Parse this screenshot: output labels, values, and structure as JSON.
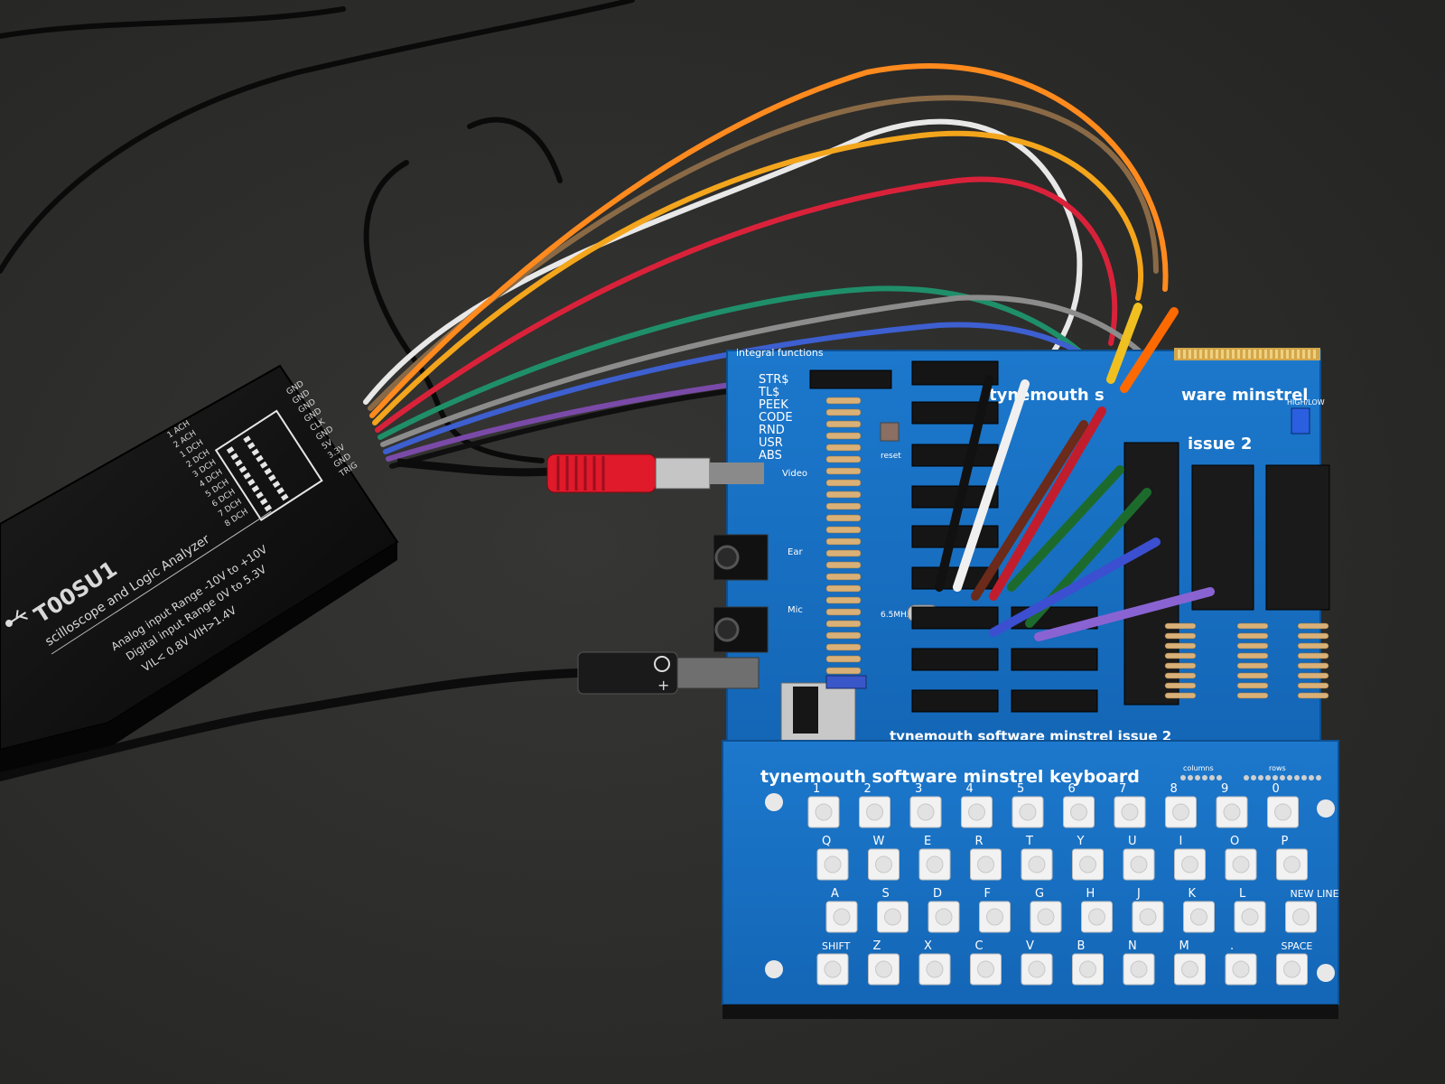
{
  "analyzer": {
    "model": "T00SU1",
    "subtitle": "scilloscope and Logic Analyzer",
    "spec_lines": [
      "Analog input Range -10V to +10V",
      "Digital input Range 0V to 5.3V",
      "VIL< 0.8V  VIH>1.4V"
    ],
    "left_pins": [
      "1 ACH",
      "2 ACH",
      "1 DCH",
      "2 DCH",
      "3 DCH",
      "4 DCH",
      "5 DCH",
      "6 DCH",
      "7 DCH",
      "8 DCH"
    ],
    "right_pins": [
      "GND",
      "GND",
      "GND",
      "GND",
      "CLK",
      "GND",
      "5V",
      "3.3V",
      "GND",
      "TRIG"
    ]
  },
  "board": {
    "corner_label": "integral functions",
    "functions": [
      "STR$",
      "TL$",
      "PEEK",
      "CODE",
      "RND",
      "USR",
      "ABS"
    ],
    "brand_top": "ware minstrel",
    "brand_prefix": "tynemouth s",
    "issue": "issue 2",
    "bottom_label": "tynemouth software minstrel issue 2",
    "jumper_label": "HIGH/LOW",
    "reset_label": "reset",
    "jack_labels": [
      "Video",
      "Ear",
      "Mic"
    ],
    "crystal_label": "6.5MHz"
  },
  "keyboard": {
    "title": "tynemouth software minstrel keyboard",
    "columns_label": "columns",
    "rows_label": "rows",
    "rows": [
      [
        "1",
        "2",
        "3",
        "4",
        "5",
        "6",
        "7",
        "8",
        "9",
        "0"
      ],
      [
        "Q",
        "W",
        "E",
        "R",
        "T",
        "Y",
        "U",
        "I",
        "O",
        "P"
      ],
      [
        "A",
        "S",
        "D",
        "F",
        "G",
        "H",
        "J",
        "K",
        "L",
        "NEW LINE"
      ],
      [
        "SHIFT",
        "Z",
        "X",
        "C",
        "V",
        "B",
        "N",
        "M",
        ".",
        "SPACE"
      ]
    ]
  },
  "colors": {
    "background": "#2b2b29",
    "pcb_blue": "#1a73c7",
    "pcb_dark": "#12579b",
    "analyzer_body": "#111111",
    "wires": [
      "#e8e8e8",
      "#8a6a46",
      "#f3a51c",
      "#ff8a1e",
      "#d9223a",
      "#1f8f6a",
      "#3d5fd0",
      "#7a4aa8",
      "#8c8c8c",
      "#111111"
    ],
    "rca_plug": "#e0192b",
    "probe_clips": [
      "#111111",
      "#f0f0f0",
      "#6b2a1a",
      "#c21d2c",
      "#1d6b2c",
      "#3b4fd0",
      "#8a63d2",
      "#ff6a00"
    ]
  }
}
